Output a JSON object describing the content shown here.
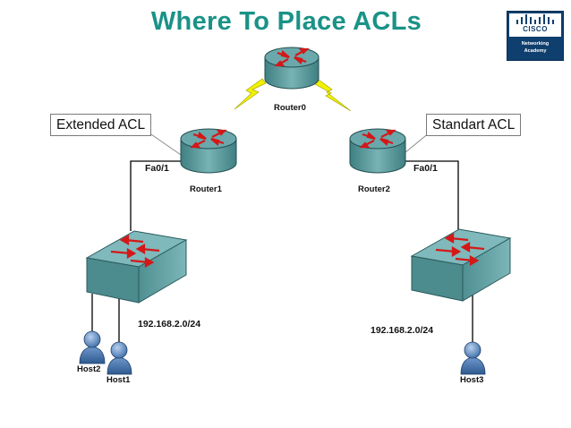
{
  "title": "Where To Place ACLs",
  "logo": {
    "brand": "CISCO",
    "subtitle_line1": "Networking",
    "subtitle_line2": "Academy"
  },
  "callouts": {
    "left": "Extended ACL",
    "right": "Standart ACL"
  },
  "routers": {
    "router0": "Router0",
    "router1": "Router1",
    "router2": "Router2"
  },
  "interfaces": {
    "router1_port": "Fa0/1",
    "router2_port": "Fa0/1"
  },
  "networks": {
    "left_subnet": "192.168.2.0/24",
    "right_subnet": "192.168.2.0/24"
  },
  "hosts": {
    "host1": "Host1",
    "host2": "Host2",
    "host3": "Host3"
  },
  "colors": {
    "title": "#1a9287",
    "device_fill": "#5f9ea0",
    "arrow": "#d41818",
    "serial_link": "#f5f500",
    "logo_bg": "#0f3f6e"
  }
}
